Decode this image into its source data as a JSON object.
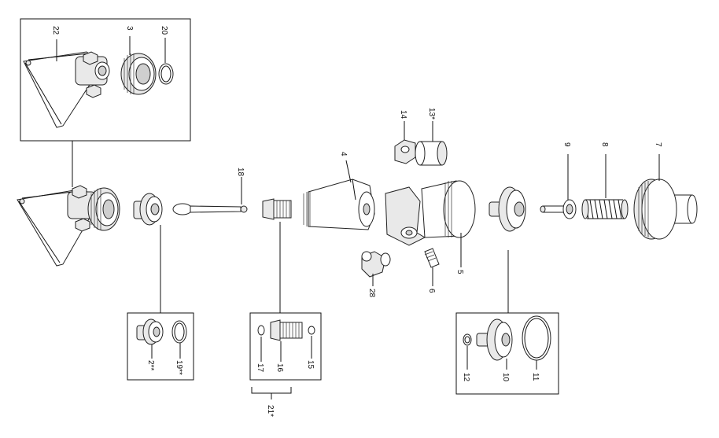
{
  "figure": {
    "type": "exploded-parts-diagram"
  },
  "callouts": {
    "p22": "22",
    "p3": "3",
    "p20": "20",
    "p18": "18",
    "p4": "4",
    "p14": "14",
    "p13": "13*",
    "p9": "9",
    "p8": "8",
    "p7": "7",
    "p5": "5",
    "p28": "28",
    "p6": "6",
    "p2": "2**",
    "p19": "19**",
    "p17": "17",
    "p16": "16",
    "p15": "15",
    "p21": "21*",
    "p12": "12",
    "p10": "10",
    "p11": "11"
  }
}
